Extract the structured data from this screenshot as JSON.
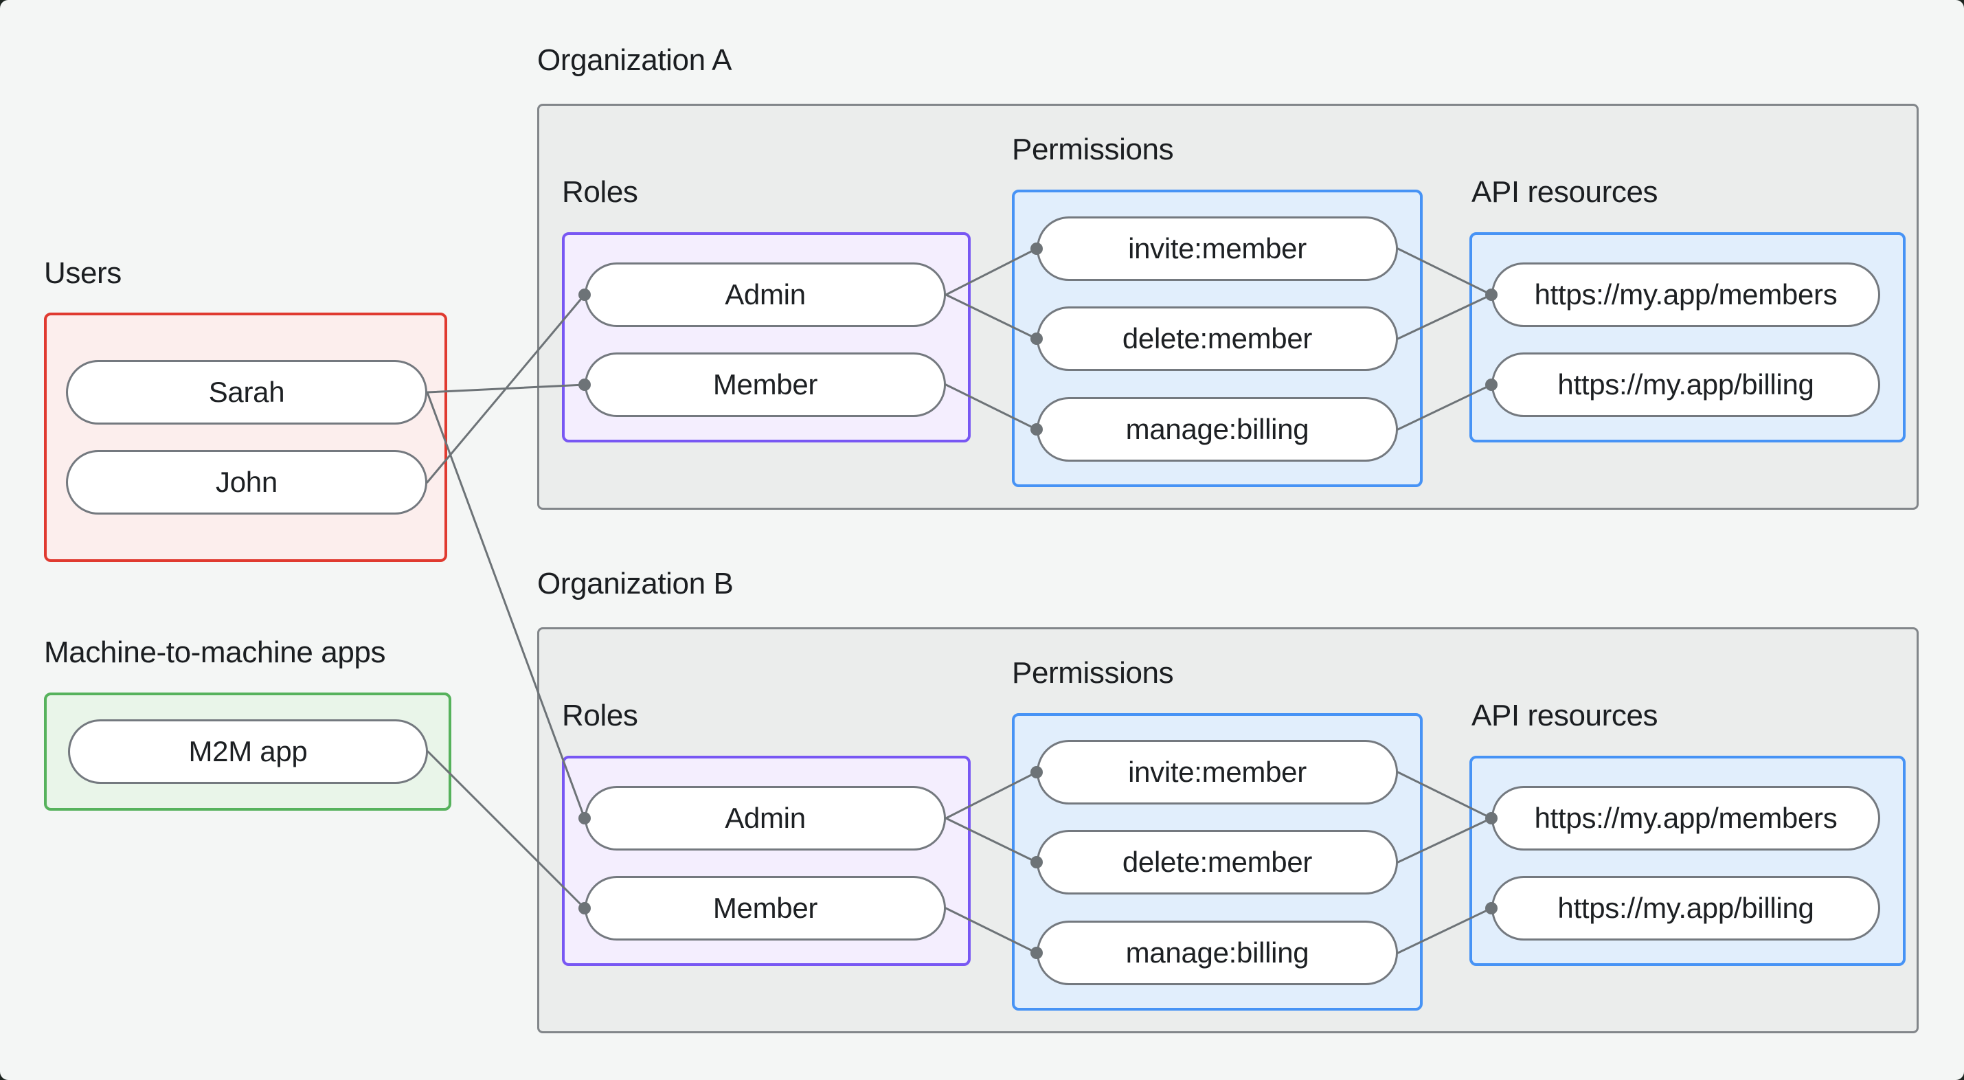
{
  "page": {
    "surface_background": "#f4f6f5",
    "outside_background": "#1c2420"
  },
  "colors": {
    "users_border": "#e03a30",
    "users_fill": "#fceeed",
    "m2m_border": "#56b25c",
    "m2m_fill": "#e9f5e9",
    "roles_border": "#7857f3",
    "roles_fill": "#f4eefe",
    "permissions_border": "#4793f5",
    "permissions_fill": "#e1eefc",
    "org_border": "#82868a",
    "org_fill": "#ebedec",
    "node_border": "#74797f",
    "node_fill": "#ffffff",
    "connector": "#6d7377",
    "text": "#1b1e21"
  },
  "users": {
    "label": "Users",
    "items": [
      {
        "label": "Sarah"
      },
      {
        "label": "John"
      }
    ]
  },
  "m2m": {
    "label": "Machine-to-machine apps",
    "items": [
      {
        "label": "M2M app"
      }
    ]
  },
  "orgs": [
    {
      "title": "Organization A",
      "roles_label": "Roles",
      "permissions_label": "Permissions",
      "api_label": "API resources",
      "roles": [
        {
          "label": "Admin"
        },
        {
          "label": "Member"
        }
      ],
      "permissions": [
        {
          "label": "invite:member"
        },
        {
          "label": "delete:member"
        },
        {
          "label": "manage:billing"
        }
      ],
      "api_resources": [
        {
          "label": "https://my.app/members"
        },
        {
          "label": "https://my.app/billing"
        }
      ]
    },
    {
      "title": "Organization B",
      "roles_label": "Roles",
      "permissions_label": "Permissions",
      "api_label": "API resources",
      "roles": [
        {
          "label": "Admin"
        },
        {
          "label": "Member"
        }
      ],
      "permissions": [
        {
          "label": "invite:member"
        },
        {
          "label": "delete:member"
        },
        {
          "label": "manage:billing"
        }
      ],
      "api_resources": [
        {
          "label": "https://my.app/members"
        },
        {
          "label": "https://my.app/billing"
        }
      ]
    }
  ],
  "edges": [
    {
      "from": "user-sarah",
      "to": "orgA-role-member"
    },
    {
      "from": "user-john",
      "to": "orgA-role-admin"
    },
    {
      "from": "user-sarah",
      "to": "orgB-role-admin"
    },
    {
      "from": "m2m-app",
      "to": "orgB-role-member"
    },
    {
      "from": "orgA-role-admin",
      "to": "orgA-perm-invite"
    },
    {
      "from": "orgA-role-admin",
      "to": "orgA-perm-delete"
    },
    {
      "from": "orgA-role-member",
      "to": "orgA-perm-manage"
    },
    {
      "from": "orgA-perm-invite",
      "to": "orgA-api-members"
    },
    {
      "from": "orgA-perm-delete",
      "to": "orgA-api-members"
    },
    {
      "from": "orgA-perm-manage",
      "to": "orgA-api-billing"
    },
    {
      "from": "orgB-role-admin",
      "to": "orgB-perm-invite"
    },
    {
      "from": "orgB-role-admin",
      "to": "orgB-perm-delete"
    },
    {
      "from": "orgB-role-member",
      "to": "orgB-perm-manage"
    },
    {
      "from": "orgB-perm-invite",
      "to": "orgB-api-members"
    },
    {
      "from": "orgB-perm-delete",
      "to": "orgB-api-members"
    },
    {
      "from": "orgB-perm-manage",
      "to": "orgB-api-billing"
    }
  ]
}
